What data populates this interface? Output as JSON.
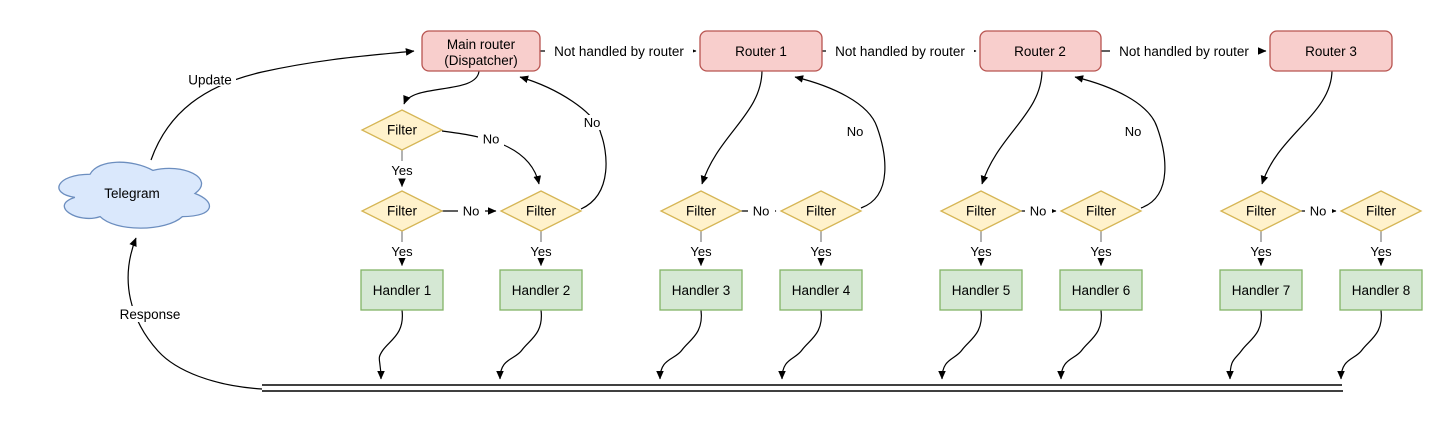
{
  "diagram": {
    "cloud": {
      "label": "Telegram"
    },
    "dispatcher": {
      "line1": "Main router",
      "line2": "(Dispatcher)"
    },
    "routers": [
      {
        "label": "Router 1"
      },
      {
        "label": "Router 2"
      },
      {
        "label": "Router 3"
      }
    ],
    "filter_label": "Filter",
    "handlers": [
      {
        "label": "Handler 1"
      },
      {
        "label": "Handler 2"
      },
      {
        "label": "Handler 3"
      },
      {
        "label": "Handler 4"
      },
      {
        "label": "Handler 5"
      },
      {
        "label": "Handler 6"
      },
      {
        "label": "Handler 7"
      },
      {
        "label": "Handler 8"
      }
    ],
    "edge_labels": {
      "update": "Update",
      "response": "Response",
      "not_handled": "Not handled by router",
      "yes": "Yes",
      "no": "No"
    },
    "colors": {
      "cloud_fill": "#dae8fc",
      "cloud_stroke": "#6c8ebf",
      "router_fill": "#f8cecc",
      "router_stroke": "#b85450",
      "filter_fill": "#fff2cc",
      "filter_stroke": "#d6b656",
      "handler_fill": "#d5e8d4",
      "handler_stroke": "#82b366",
      "edge": "#000000",
      "stub": "#999999"
    }
  }
}
